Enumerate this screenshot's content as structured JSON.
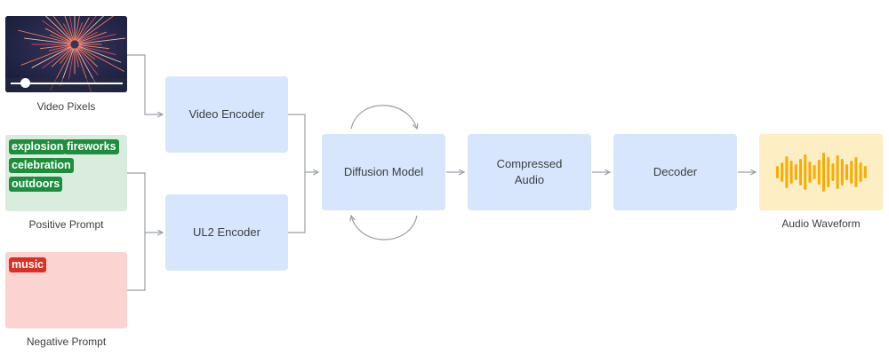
{
  "inputs": {
    "video": {
      "caption": "Video Pixels"
    },
    "positive": {
      "caption": "Positive Prompt",
      "tags": [
        "explosion",
        "fireworks",
        "celebration",
        "outdoors"
      ]
    },
    "negative": {
      "caption": "Negative Prompt",
      "tags": [
        "music"
      ]
    }
  },
  "nodes": {
    "video_encoder": "Video Encoder",
    "ul2_encoder": "UL2 Encoder",
    "diffusion_model": "Diffusion Model",
    "compressed_audio_line1": "Compressed",
    "compressed_audio_line2": "Audio",
    "decoder": "Decoder"
  },
  "output": {
    "caption": "Audio Waveform"
  },
  "colors": {
    "node_fill": "#d7e6fc",
    "positive_panel": "#d9ecdd",
    "positive_tag": "#1e8e3e",
    "negative_panel": "#fbd3d0",
    "negative_tag": "#d93025",
    "waveform_panel": "#fdefc3",
    "waveform_bars": "#f9ab00",
    "connector": "#9aa0a6"
  }
}
